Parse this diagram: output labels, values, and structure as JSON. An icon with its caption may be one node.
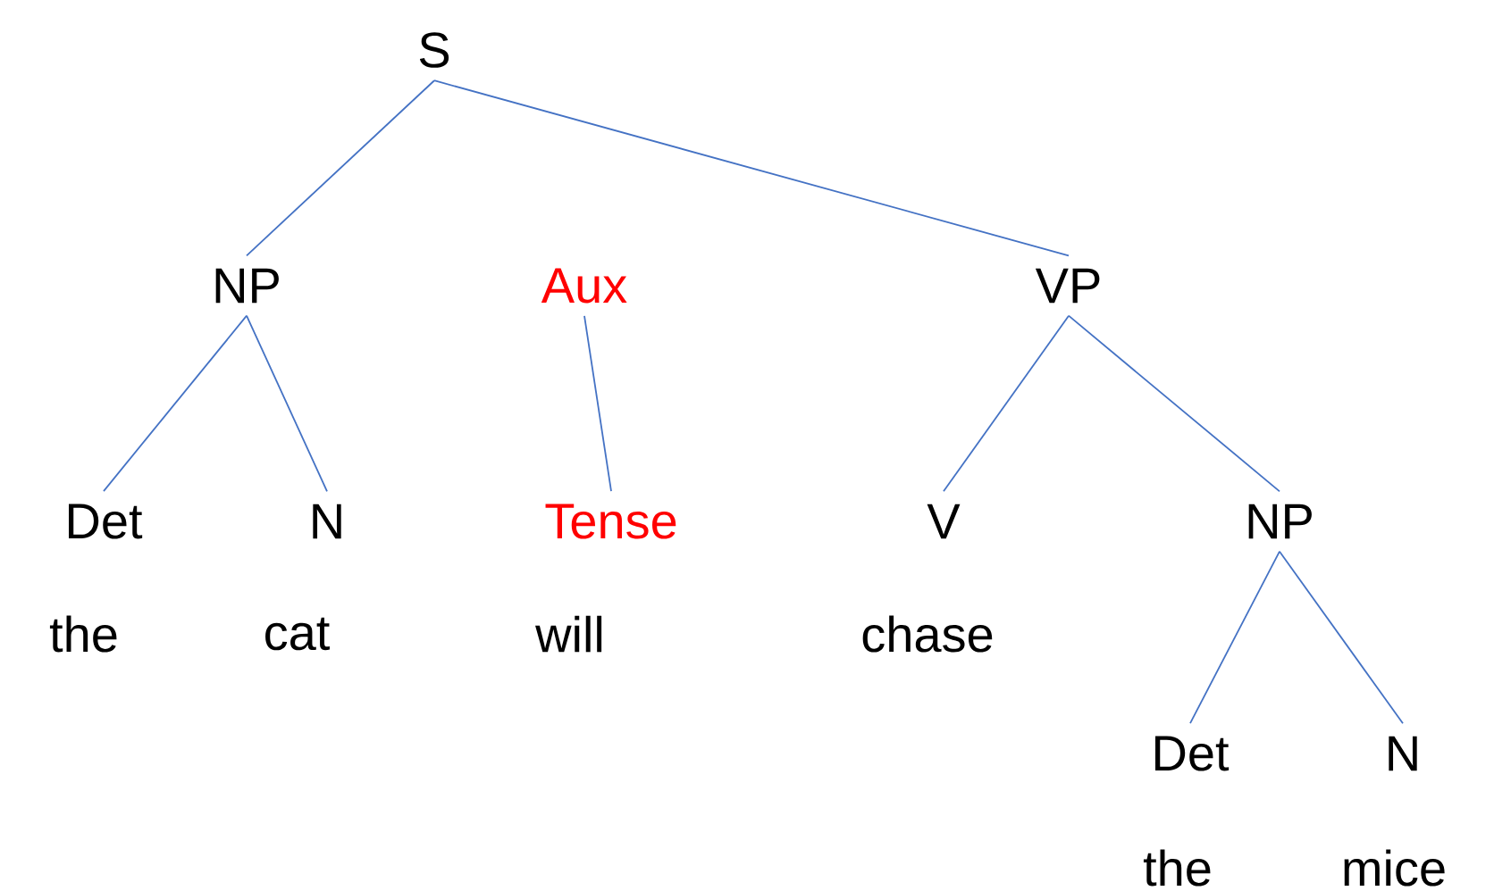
{
  "diagram": {
    "nodes": [
      {
        "text": [
          "S"
        ]
      },
      {
        "text": [
          "NP"
        ]
      },
      {
        "text": [
          "Aux"
        ]
      },
      {
        "text": [
          "VP"
        ]
      },
      {
        "text": [
          "Det"
        ],
        "beside": [
          "the"
        ]
      },
      {
        "text": [
          "N"
        ],
        "beside": [
          "cat"
        ]
      },
      {
        "text": [
          "Tense"
        ],
        "beside": [
          "will"
        ]
      },
      {
        "text": [
          "V"
        ],
        "beside": [
          "chase"
        ]
      },
      {
        "text": [
          "NP"
        ]
      },
      {
        "text": [
          "Det"
        ],
        "beside": [
          "the"
        ]
      },
      {
        "text": [
          "N"
        ],
        "beside": [
          "mice"
        ]
      }
    ],
    "edges": [
      {
        "from": 0,
        "to": 1,
        "arrow": "none"
      },
      {
        "from": 0,
        "to": 3,
        "arrow": "none"
      },
      {
        "from": 1,
        "to": 4,
        "arrow": "none"
      },
      {
        "from": 1,
        "to": 5,
        "arrow": "none"
      },
      {
        "from": 2,
        "to": 6,
        "arrow": "none"
      },
      {
        "from": 3,
        "to": 7,
        "arrow": "none"
      },
      {
        "from": 3,
        "to": 8,
        "arrow": "none"
      },
      {
        "from": 8,
        "to": 9,
        "arrow": "none"
      },
      {
        "from": 8,
        "to": 10,
        "arrow": "none"
      }
    ]
  }
}
